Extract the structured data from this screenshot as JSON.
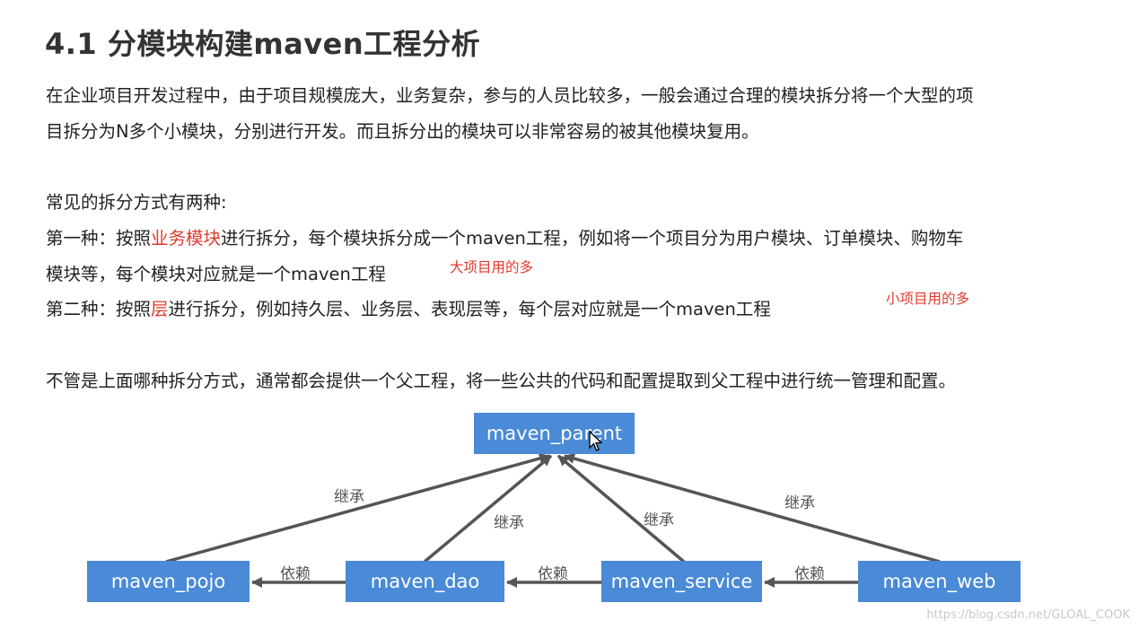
{
  "title": "4.1 分模块构建maven工程分析",
  "intro": {
    "line1": "在企业项目开发过程中，由于项目规模庞大，业务复杂，参与的人员比较多，一般会通过合理的模块拆分将一个大型的项",
    "line2": "目拆分为N多个小模块，分别进行开发。而且拆分出的模块可以非常容易的被其他模块复用。"
  },
  "methods": {
    "heading": "常见的拆分方式有两种:",
    "first": {
      "prefix": "第一种：按照",
      "highlight": "业务模块",
      "suffix": "进行拆分，每个模块拆分成一个maven工程，例如将一个项目分为用户模块、订单模块、购物车",
      "line2": "模块等，每个模块对应就是一个maven工程",
      "note": "大项目用的多"
    },
    "second": {
      "prefix": "第二种：按照",
      "highlight": "层",
      "suffix": "进行拆分，例如持久层、业务层、表现层等，每个层对应就是一个maven工程",
      "note": "小项目用的多"
    }
  },
  "summary": "不管是上面哪种拆分方式，通常都会提供一个父工程，将一些公共的代码和配置提取到父工程中进行统一管理和配置。",
  "diagram": {
    "parent": "maven_parent",
    "modules": [
      "maven_pojo",
      "maven_dao",
      "maven_service",
      "maven_web"
    ],
    "inherit_label": "继承",
    "depend_label": "依赖",
    "box_color": "#4a8ad6",
    "arrow_color": "#555555"
  },
  "watermark": "https://blog.csdn.net/GLOAL_COOK"
}
